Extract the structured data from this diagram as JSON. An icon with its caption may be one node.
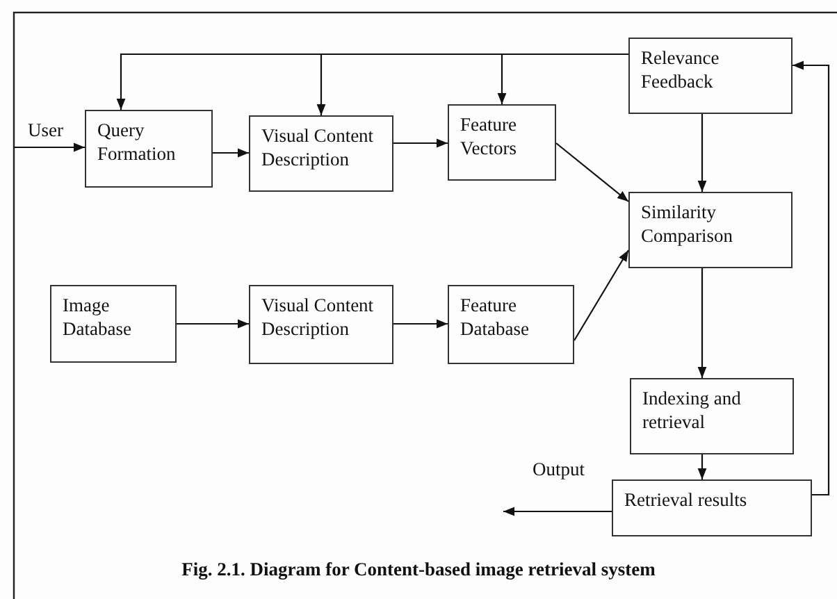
{
  "diagram": {
    "caption": "Fig. 2.1.  Diagram for Content-based image retrieval system",
    "nodes": [
      {
        "text": [
          "Query Formation"
        ]
      },
      {
        "text": [
          "Visual Content Description"
        ]
      },
      {
        "text": [
          "Feature Vectors"
        ]
      },
      {
        "text": [
          "Relevance Feedback"
        ]
      },
      {
        "text": [
          "Similarity Comparison"
        ]
      },
      {
        "text": [
          "Image Database"
        ]
      },
      {
        "text": [
          "Visual Content Description"
        ]
      },
      {
        "text": [
          "Feature Database"
        ]
      },
      {
        "text": [
          "Indexing and retrieval"
        ]
      },
      {
        "text": [
          "Retrieval results"
        ]
      }
    ],
    "edges": [
      {
        "from": null,
        "to": 0,
        "arrow": "to",
        "label": "User"
      },
      {
        "from": 0,
        "to": 1,
        "arrow": "to"
      },
      {
        "from": 1,
        "to": 2,
        "arrow": "to"
      },
      {
        "from": 2,
        "to": 4,
        "arrow": "to"
      },
      {
        "from": 3,
        "to": 0,
        "arrow": "to"
      },
      {
        "from": 3,
        "to": 1,
        "arrow": "to"
      },
      {
        "from": 3,
        "to": 2,
        "arrow": "to"
      },
      {
        "from": 3,
        "to": 4,
        "arrow": "to"
      },
      {
        "from": 5,
        "to": 6,
        "arrow": "to"
      },
      {
        "from": 6,
        "to": 7,
        "arrow": "to"
      },
      {
        "from": 7,
        "to": 4,
        "arrow": "to"
      },
      {
        "from": 4,
        "to": 8,
        "arrow": "to"
      },
      {
        "from": 8,
        "to": 9,
        "arrow": "to"
      },
      {
        "from": 9,
        "to": null,
        "arrow": "to",
        "label": "Output"
      },
      {
        "from": 9,
        "to": 3,
        "arrow": "to"
      }
    ]
  }
}
